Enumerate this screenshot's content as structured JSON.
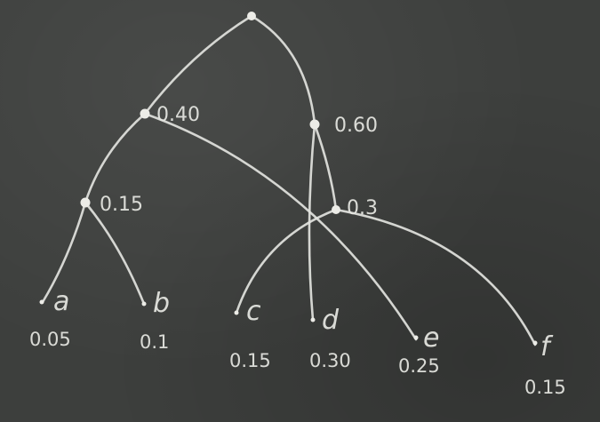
{
  "diagram": {
    "type": "huffman-tree",
    "internal_nodes": [
      {
        "id": "root",
        "label": ""
      },
      {
        "id": "n040",
        "label": "0.40"
      },
      {
        "id": "n060",
        "label": "0.60"
      },
      {
        "id": "n015",
        "label": "0.15"
      },
      {
        "id": "n03",
        "label": "0.3"
      }
    ],
    "leaves": [
      {
        "id": "a",
        "letter": "a",
        "prob": "0.05"
      },
      {
        "id": "b",
        "letter": "b",
        "prob": "0.1"
      },
      {
        "id": "c",
        "letter": "c",
        "prob": "0.15"
      },
      {
        "id": "d",
        "letter": "d",
        "prob": "0.30"
      },
      {
        "id": "e",
        "letter": "e",
        "prob": "0.25"
      },
      {
        "id": "f",
        "letter": "f",
        "prob": "0.15"
      }
    ],
    "edges": [
      [
        "root",
        "n040"
      ],
      [
        "root",
        "n060"
      ],
      [
        "n040",
        "n015"
      ],
      [
        "n040",
        "e"
      ],
      [
        "n015",
        "a"
      ],
      [
        "n015",
        "b"
      ],
      [
        "n060",
        "d"
      ],
      [
        "n060",
        "n03"
      ],
      [
        "n03",
        "c"
      ],
      [
        "n03",
        "f"
      ]
    ]
  }
}
